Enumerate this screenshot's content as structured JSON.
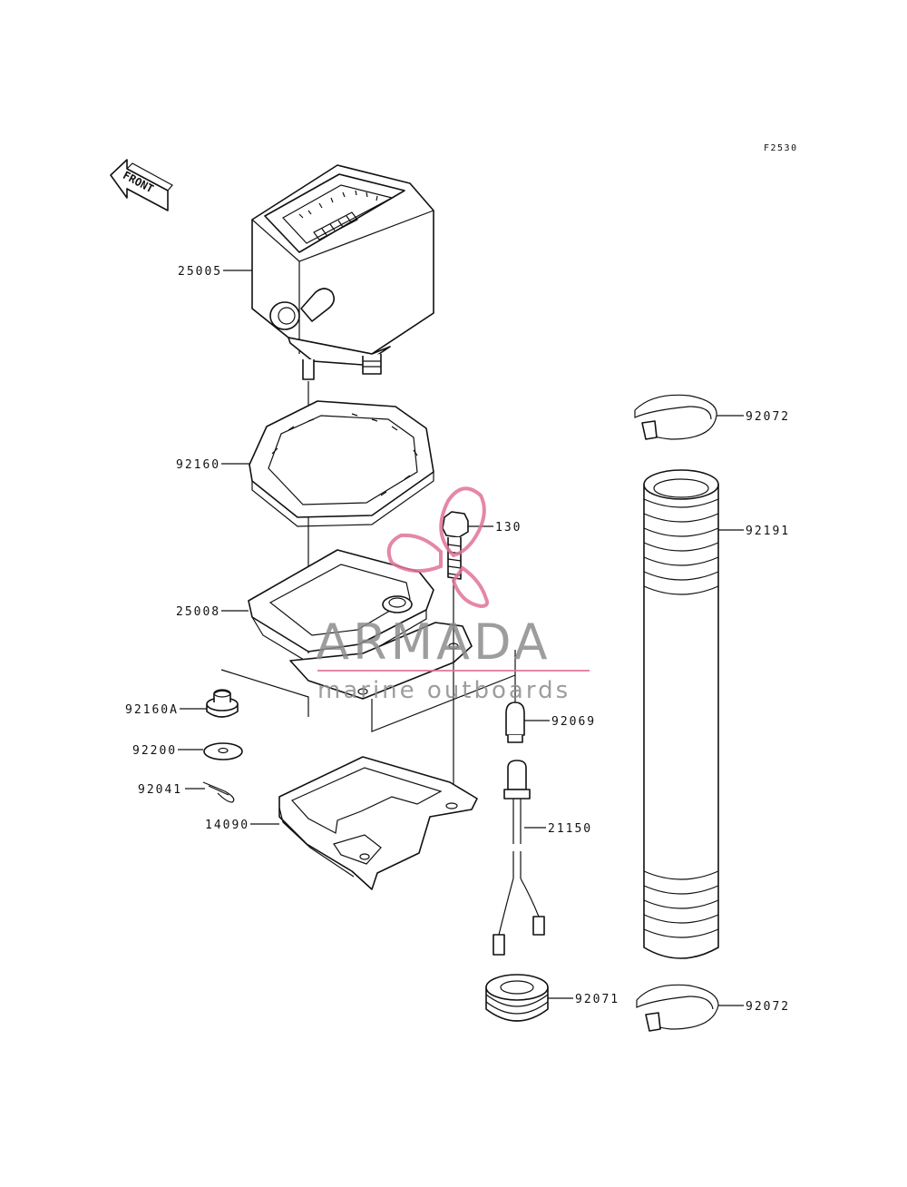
{
  "diagram": {
    "code": "F2530",
    "front_label": "FRONT",
    "callouts": [
      {
        "id": "25005",
        "label": "25005"
      },
      {
        "id": "92160",
        "label": "92160"
      },
      {
        "id": "25008",
        "label": "25008"
      },
      {
        "id": "92160A",
        "label": "92160A"
      },
      {
        "id": "92200",
        "label": "92200"
      },
      {
        "id": "92041",
        "label": "92041"
      },
      {
        "id": "14090",
        "label": "14090"
      },
      {
        "id": "130",
        "label": "130"
      },
      {
        "id": "92069",
        "label": "92069"
      },
      {
        "id": "21150",
        "label": "21150"
      },
      {
        "id": "92071",
        "label": "92071"
      },
      {
        "id": "92072a",
        "label": "92072"
      },
      {
        "id": "92191",
        "label": "92191"
      },
      {
        "id": "92072b",
        "label": "92072"
      }
    ]
  },
  "watermark": {
    "brand": "ARMADA",
    "tagline": "marine outboards",
    "accent_color": "#e0739a"
  }
}
